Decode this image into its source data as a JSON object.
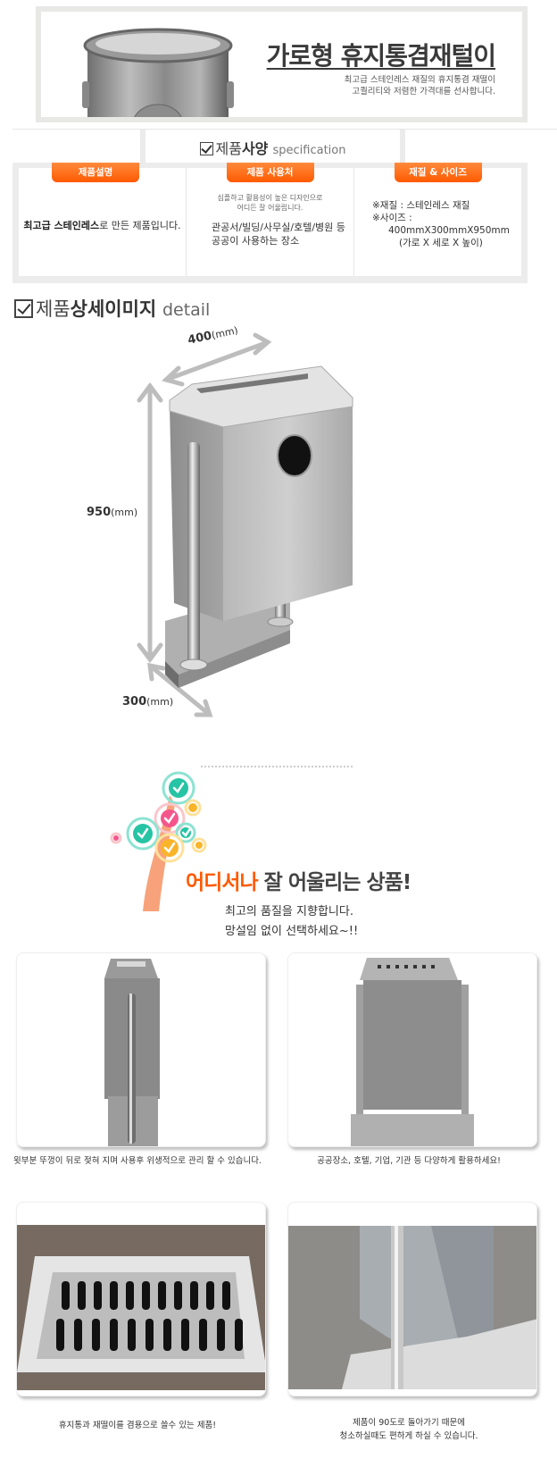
{
  "banner": {
    "title": "가로형 휴지통겸재털이",
    "subtitle_lines": [
      "최고급 스테인레스 재질의 휴지통겸 재떨이",
      "고퀄리티와 저렴한 가격대를 선사합니다."
    ],
    "image": "round-stainless-bin-icon"
  },
  "spec_header": {
    "icon": "checkbox-icon",
    "label_plain": "제품",
    "label_bold": "사양",
    "label_en": "specification"
  },
  "spec": {
    "columns": [
      {
        "tab": "제품설명",
        "main_bold": "최고급 스테인레스",
        "main_rest": "로 만든  제품입니다."
      },
      {
        "tab": "제품 사용처",
        "small_lines": [
          "심플하고 활용성이 높은 디자인으로",
          "어디든 잘 어울립니다."
        ],
        "main_lines": [
          "관공서/빌딩/사무실/호텔/병원 등",
          "공공이 사용하는 장소"
        ]
      },
      {
        "tab": "재질 & 사이즈",
        "material": "※재질 : 스테인레스 재질",
        "size_label": "※사이즈 :",
        "size_value": "400mmX300mmX950mm",
        "size_note": "(가로 X 세로 X 높이)"
      }
    ],
    "accent_color": "#ff5a00"
  },
  "detail_header": {
    "icon": "checkbox-icon",
    "label_plain": "제품",
    "label_bold": "상세이미지",
    "label_en": "detail"
  },
  "diagram": {
    "width_value": "400",
    "height_value": "950",
    "depth_value": "300",
    "unit": "(mm)"
  },
  "slogan": {
    "highlight": "어디서나",
    "rest": " 잘 어울리는 상품!",
    "sub_lines": [
      "최고의 품질을 지향합니다.",
      "망설임 없이 선택하세요~!!"
    ]
  },
  "photos": [
    {
      "name": "photo-side-view",
      "caption_lines": [
        "윗부분 뚜껑이 뒤로 젖혀 지며 사용후 위생적으로 관리 할 수 있습니다."
      ]
    },
    {
      "name": "photo-back-view",
      "caption_lines": [
        "공공장소, 호텔, 기업, 기관 등 다양하게 활용하세요!"
      ]
    },
    {
      "name": "photo-ashtray-grate",
      "caption_lines": [
        "휴지통과 재떨이를 겸용으로 쓸수 있는 제품!"
      ]
    },
    {
      "name": "photo-rotation-detail",
      "caption_lines": [
        "제품이 90도로 돌아가기 때문에",
        "청소하실때도 편하게 하실 수 있습니다."
      ]
    }
  ]
}
